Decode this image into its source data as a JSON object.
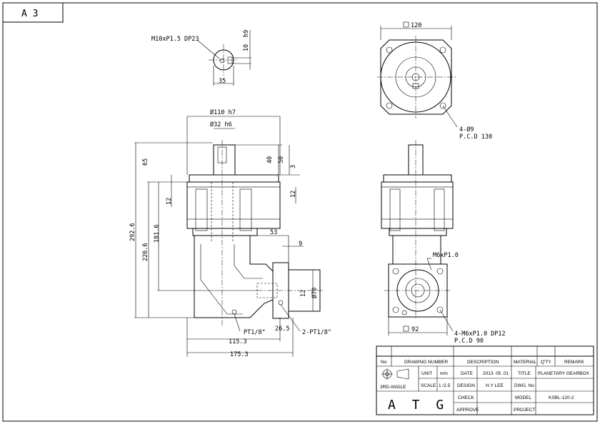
{
  "sheet": {
    "size_label": "A 3"
  },
  "detail": {
    "thread": "M10xP1.5 DP23",
    "width": "35",
    "key_a": "10",
    "key_b": "h9"
  },
  "front": {
    "flange_dia": "Ø110 h7",
    "shaft_dia": "Ø32 h6",
    "d40": "40",
    "d50": "50",
    "d3": "3",
    "d65": "65",
    "d292": "292.6",
    "d226": "226.6",
    "d181": "181.6",
    "d12a": "12",
    "d12b": "12",
    "d53": "53",
    "d9": "9",
    "d12c": "12",
    "d70": "Ø70",
    "port_left": "PT1/8\"",
    "port_right": "2-PT1/8\"",
    "d26": "26.5",
    "d115": "115.3",
    "d175": "175.3"
  },
  "topview": {
    "square": "120",
    "holes": "4-Ø9",
    "pcd": "P.C.D 130"
  },
  "sideview": {
    "tap": "M6xP1.0",
    "square": "92",
    "holes": "4-M6xP1.0 DP12",
    "pcd": "P.C.D 90"
  },
  "titleblock": {
    "h_no": "No",
    "h_drawing": "DRAWING NUMBER",
    "h_desc": "DESCRIPTION",
    "h_mat": "MATERIAL",
    "h_qty": "Q'TY",
    "h_remark": "REMARK",
    "angle": "3RD ANGLE",
    "unit_l": "UNIT",
    "unit_v": "mm",
    "scale_l": "SCALE",
    "scale_v": "1 /2.5",
    "date_l": "DATE",
    "date_v": "2013. 05. 01",
    "design_l": "DESIGN",
    "design_v": "H.Y LEE",
    "check_l": "CHECK",
    "approve_l": "APPROVE",
    "title_l": "TITLE",
    "title_v": "PLANETARY GEARBOX",
    "dwg_l": "DWG. No",
    "model_l": "MODEL",
    "model_v": "KSBL-120-2",
    "project_l": "PROJECT",
    "logo": "A T G"
  }
}
